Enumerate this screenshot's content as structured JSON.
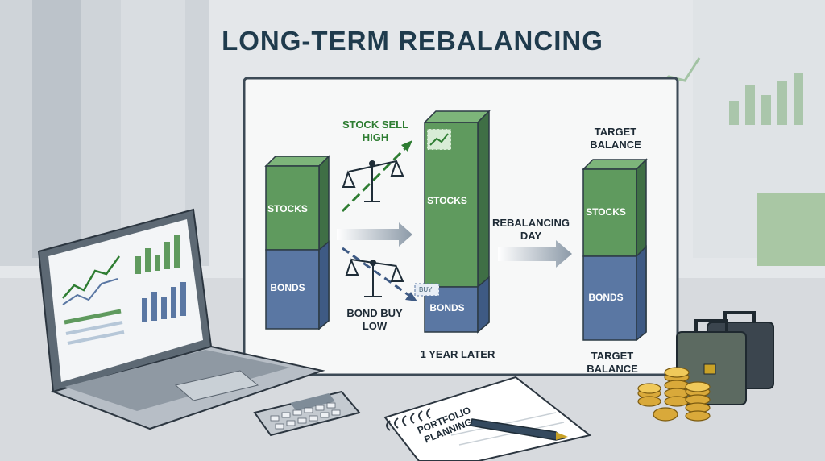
{
  "title": "LONG-TERM REBALANCING",
  "bars": {
    "initial": {
      "stocks_label": "STOCKS",
      "bonds_label": "BONDS"
    },
    "one_year": {
      "stocks_label": "STOCKS",
      "bonds_label": "BONDS"
    },
    "target": {
      "stocks_label": "STOCKS",
      "bonds_label": "BONDS"
    }
  },
  "annotations": {
    "stock_sell": "STOCK SELL\nHIGH",
    "bond_buy": "BOND BUY\nLOW",
    "buy_tag": "BUY",
    "rebalancing_day": "REBALANCING\nDAY",
    "one_year_later": "1 YEAR LATER",
    "target_top": "TARGET\nBALANCE",
    "target_bottom": "TARGET\nBALANCE"
  },
  "notebook": {
    "text": "PORTFOLIO\nPLANNING"
  },
  "colors": {
    "stocks": "#5f9a5e",
    "bonds": "#5a77a3",
    "title": "#1f3b4d",
    "arrow": "#8c9aa8"
  }
}
